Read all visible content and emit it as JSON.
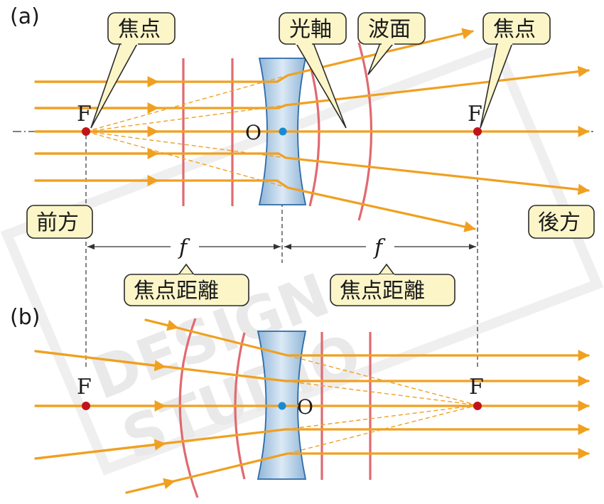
{
  "panel_a": {
    "tag": "(a)",
    "callouts": {
      "focus_front": "焦点",
      "optical_axis": "光軸",
      "wavefront": "波面",
      "focus_back": "焦点"
    },
    "point_labels": {
      "focus_front": "F",
      "center": "O",
      "focus_back": "F"
    },
    "side_labels": {
      "front": "前方",
      "back": "後方"
    },
    "dimension": {
      "symbol_left": "f",
      "symbol_right": "f"
    },
    "dimension_callouts": {
      "left": "焦点距離",
      "right": "焦点距離"
    }
  },
  "panel_b": {
    "tag": "(b)",
    "point_labels": {
      "focus_front": "F",
      "center": "O",
      "focus_back": "F"
    }
  },
  "watermark": {
    "line1": "DESIGN",
    "line2": "STUDIO"
  },
  "colors": {
    "ray": "#f0a020",
    "wavefront": "#e06a70",
    "lens": "#b8d4ea",
    "focus_point": "#c0141a",
    "center_point": "#1a8ad0",
    "callout_fill": "#fbf5c8"
  }
}
